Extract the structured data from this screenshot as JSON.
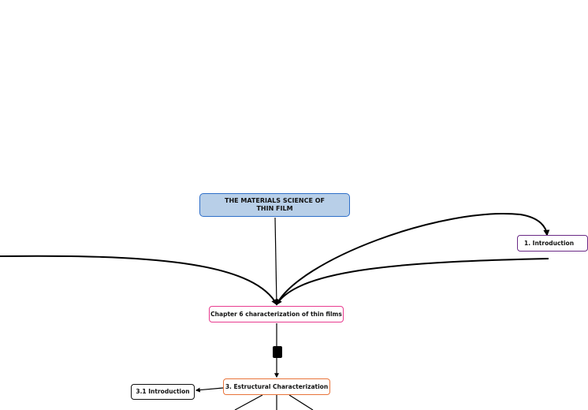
{
  "nodes": {
    "root": "THE MATERIALS SCIENCE OF THIN FILM",
    "chapter": "Chapter 6 characterization of thin films",
    "structural": "3. Estructural Characterization",
    "intro_3_1": "3.1 Introduction",
    "intro_1": "1. Introduction"
  },
  "colors": {
    "root_fill": "#b8cfe8",
    "root_border": "#2f6fc9",
    "chapter_border": "#e83c8f",
    "structural_border": "#e8733a",
    "intro_3_1_border": "#111111",
    "intro_1_border": "#6b2a86",
    "connector": "#000000"
  }
}
